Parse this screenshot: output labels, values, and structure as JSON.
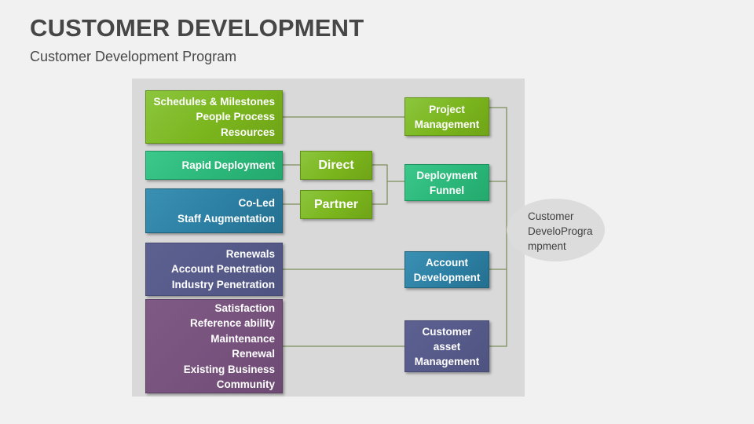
{
  "header": {
    "title": "CUSTOMER DEVELOPMENT",
    "subtitle": "Customer Development Program"
  },
  "diagram": {
    "left_column": [
      {
        "id": "schedules",
        "color": "#7ab51d",
        "lines": [
          "Schedules & Milestones",
          "People Process",
          "Resources"
        ]
      },
      {
        "id": "rapid-deployment",
        "color": "#2bb779",
        "lines": [
          "Rapid Deployment"
        ]
      },
      {
        "id": "co-led",
        "color": "#2b7fa3",
        "lines": [
          "Co-Led",
          "Staff Augmentation"
        ]
      },
      {
        "id": "renewals",
        "color": "#585c8c",
        "lines": [
          "Renewals",
          "Account Penetration",
          "Industry Penetration"
        ]
      },
      {
        "id": "satisfaction",
        "color": "#77527d",
        "lines": [
          "Satisfaction",
          "Reference ability",
          "Maintenance",
          "Renewal",
          "Existing Business",
          "Community"
        ]
      }
    ],
    "middle_column": [
      {
        "id": "direct",
        "color": "#7ab51d",
        "lines": [
          "Direct"
        ]
      },
      {
        "id": "partner",
        "color": "#7ab51d",
        "lines": [
          "Partner"
        ]
      }
    ],
    "right_column": [
      {
        "id": "project-management",
        "color": "#7ab51d",
        "lines": [
          "Project",
          "Management"
        ]
      },
      {
        "id": "deployment-funnel",
        "color": "#2bb779",
        "lines": [
          "Deployment",
          "Funnel"
        ]
      },
      {
        "id": "account-development",
        "color": "#2b7fa3",
        "lines": [
          "Account",
          "Development"
        ]
      },
      {
        "id": "customer-asset-management",
        "color": "#585c8c",
        "lines": [
          "Customer",
          "asset",
          "Management"
        ]
      }
    ],
    "callout_ellipse": {
      "lines": [
        "Customer",
        "DeveloProgra",
        "mpment"
      ]
    },
    "colors": {
      "panel_background": "#d9d9d9",
      "slide_background": "#f1f1f1",
      "connector": "#7d8f5c",
      "ellipse_fill": "#dcdcdc",
      "title_text": "#464646"
    }
  }
}
